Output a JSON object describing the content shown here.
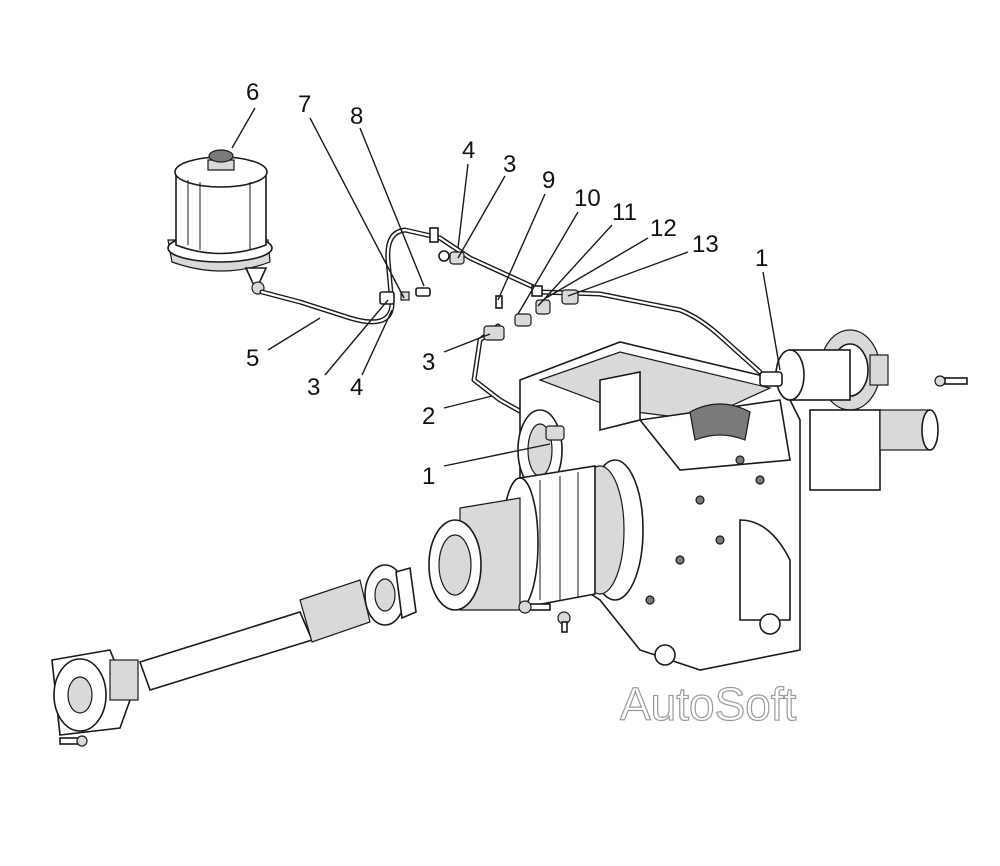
{
  "watermark": "AutoSoft",
  "callouts": [
    {
      "id": "c6",
      "text": "6"
    },
    {
      "id": "c7",
      "text": "7"
    },
    {
      "id": "c8",
      "text": "8"
    },
    {
      "id": "c4a",
      "text": "4"
    },
    {
      "id": "c3a",
      "text": "3"
    },
    {
      "id": "c9",
      "text": "9"
    },
    {
      "id": "c10",
      "text": "10"
    },
    {
      "id": "c11",
      "text": "11"
    },
    {
      "id": "c12",
      "text": "12"
    },
    {
      "id": "c13",
      "text": "13"
    },
    {
      "id": "c1a",
      "text": "1"
    },
    {
      "id": "c5",
      "text": "5"
    },
    {
      "id": "c3b",
      "text": "3"
    },
    {
      "id": "c4b",
      "text": "4"
    },
    {
      "id": "c3c",
      "text": "3"
    },
    {
      "id": "c2",
      "text": "2"
    },
    {
      "id": "c1b",
      "text": "1"
    }
  ]
}
